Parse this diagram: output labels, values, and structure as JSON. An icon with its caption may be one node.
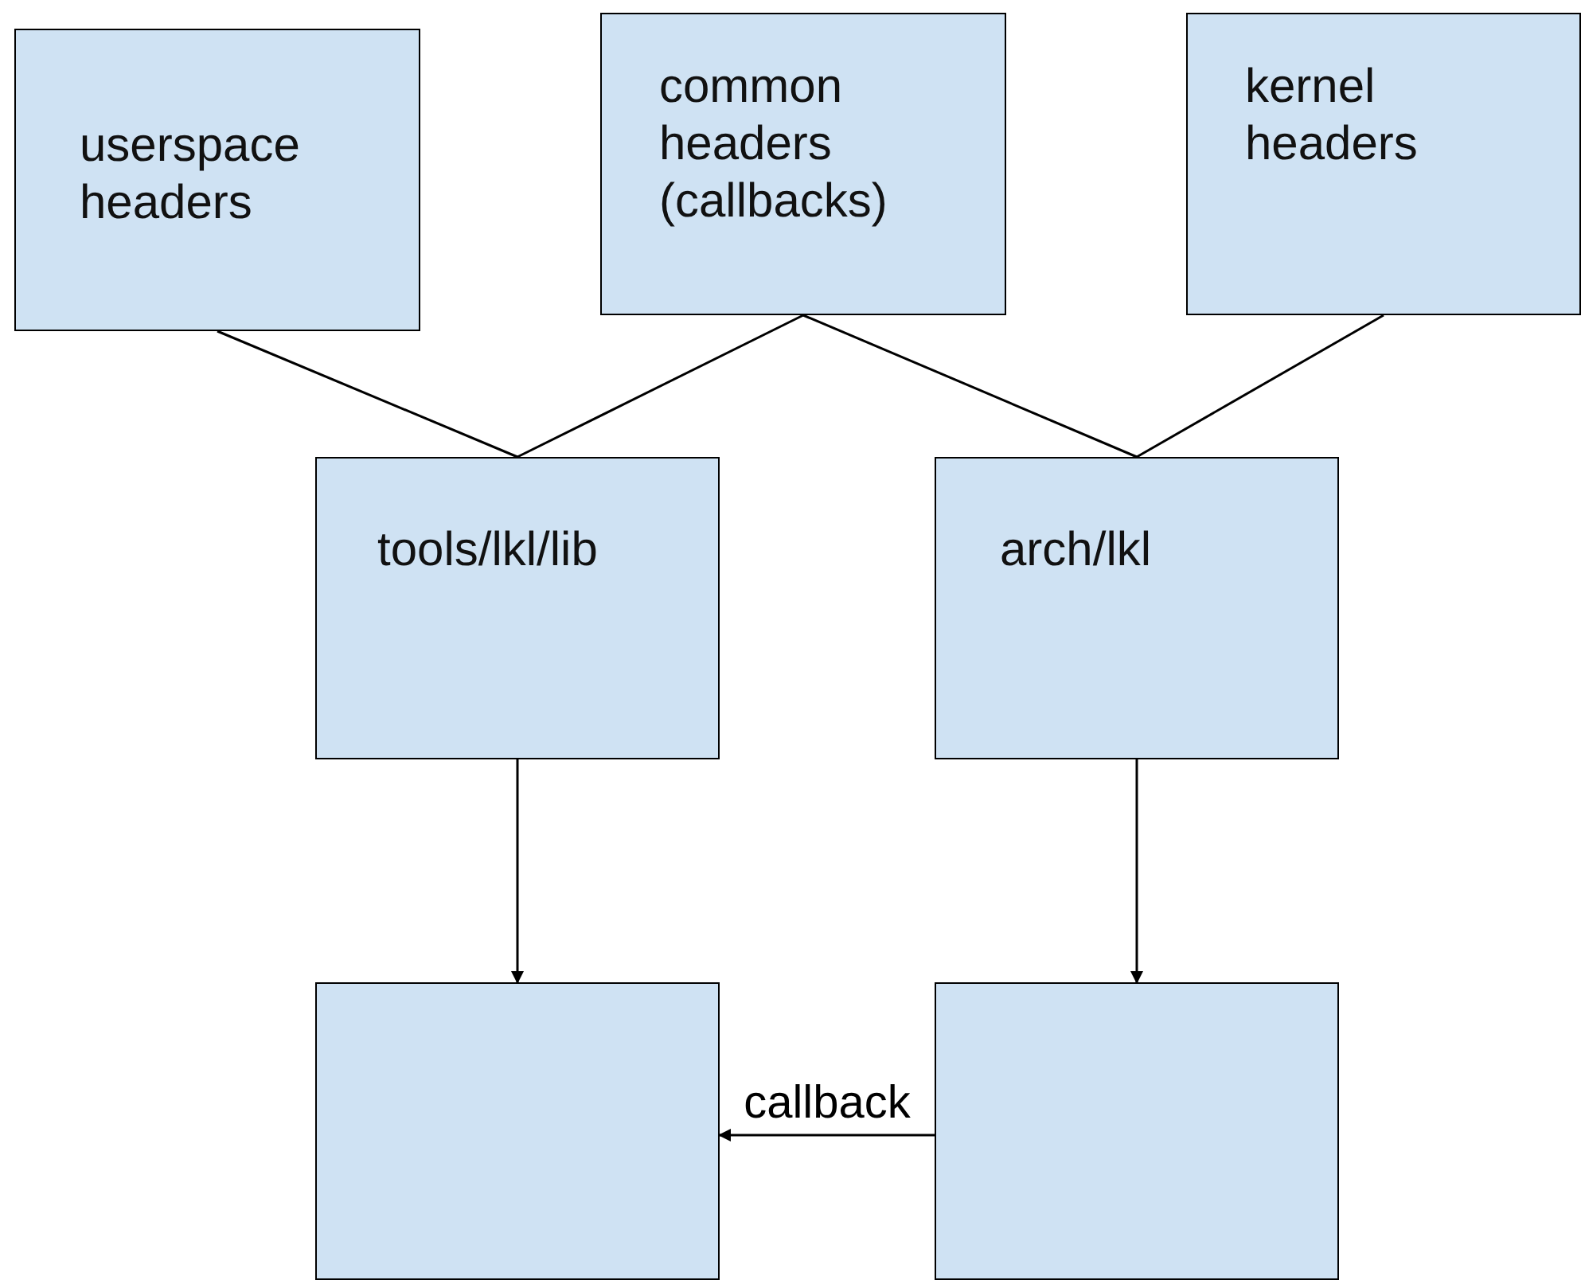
{
  "diagram": {
    "nodes": [
      {
        "text": [
          "userspace headers"
        ]
      },
      {
        "text": [
          "common headers (callbacks)"
        ]
      },
      {
        "text": [
          "kernel headers"
        ]
      },
      {
        "text": [
          "tools/lkl/lib"
        ]
      },
      {
        "text": [
          "arch/lkl"
        ]
      },
      {
        "text": [],
        "shape": "box"
      },
      {
        "text": [],
        "shape": "box"
      }
    ],
    "edges": [
      {
        "from": 0,
        "to": 3,
        "arrow": "none"
      },
      {
        "from": 1,
        "to": 3,
        "arrow": "none"
      },
      {
        "from": 1,
        "to": 4,
        "arrow": "none"
      },
      {
        "from": 2,
        "to": 4,
        "arrow": "none"
      },
      {
        "from": 3,
        "to": 5,
        "arrow": "to"
      },
      {
        "from": 4,
        "to": 6,
        "arrow": "to"
      },
      {
        "from": 6,
        "to": 5,
        "arrow": "to",
        "label": "callback"
      }
    ]
  }
}
